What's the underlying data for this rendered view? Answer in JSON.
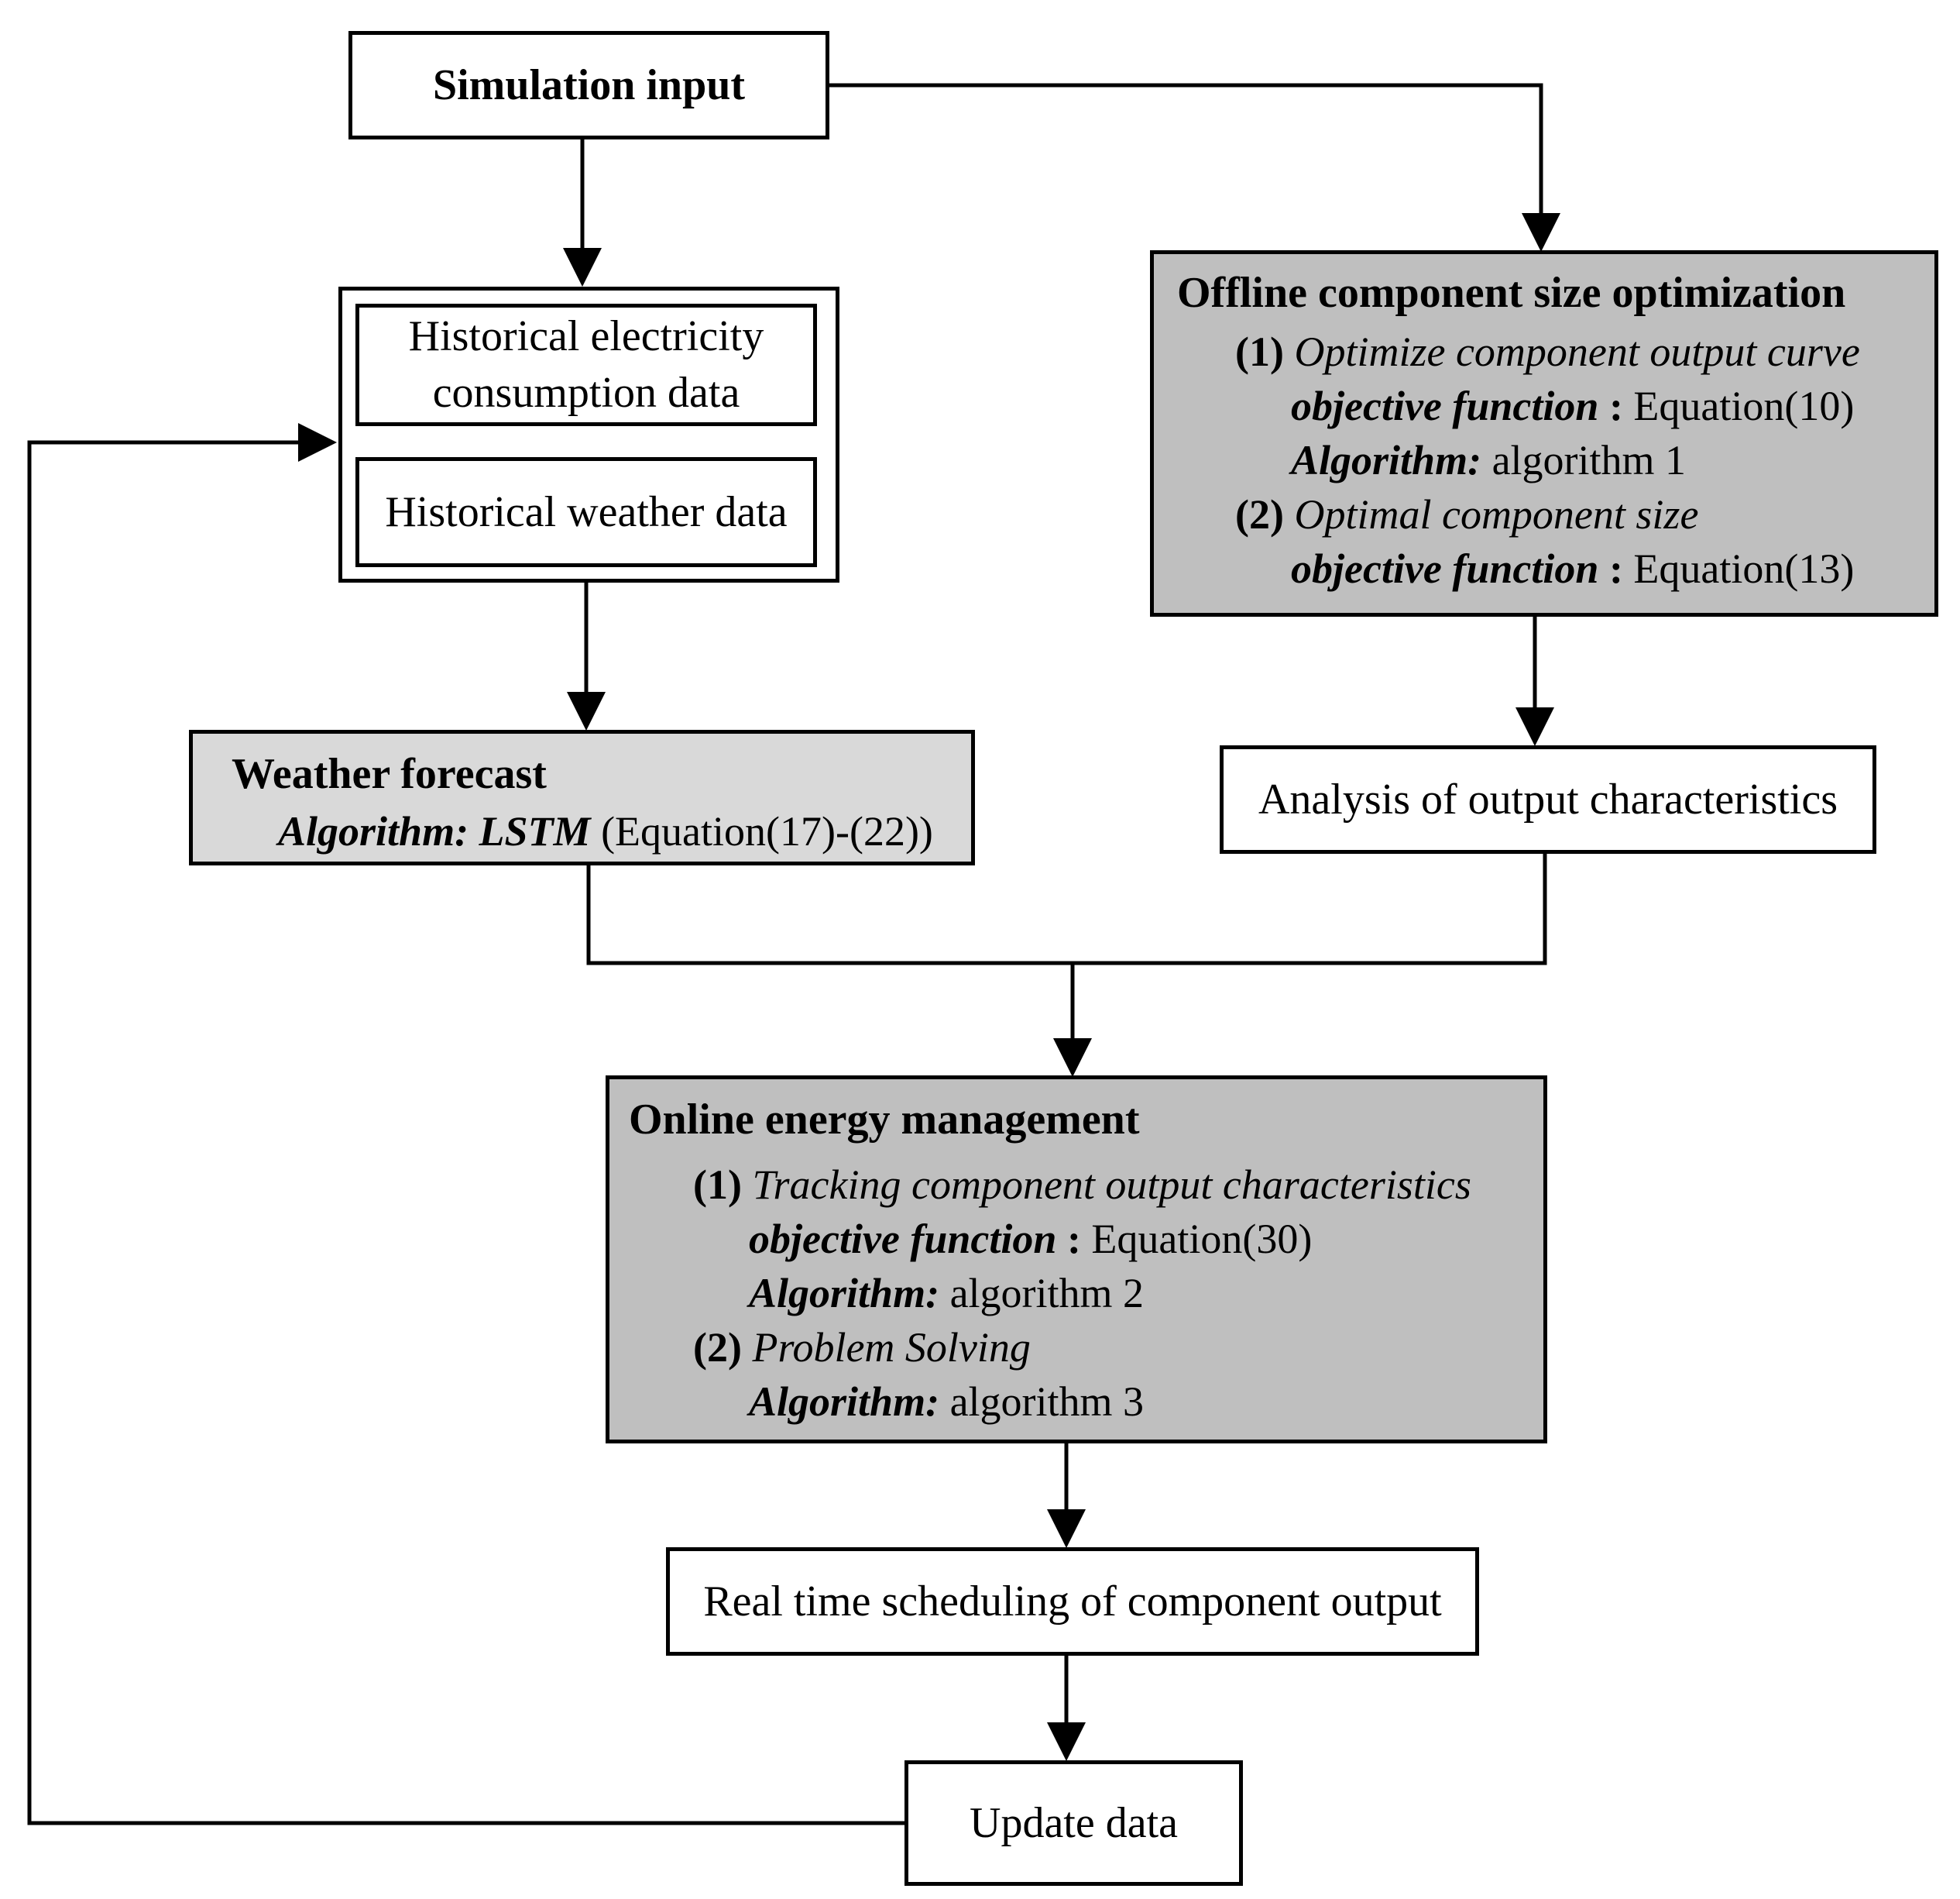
{
  "simulation_input": "Simulation input",
  "historical": {
    "electricity": "Historical electricity consumption data",
    "weather": "Historical weather data"
  },
  "weather_forecast": {
    "title": "Weather forecast",
    "algorithm_label": "Algorithm: LSTM",
    "algorithm_value": "(Equation(17)-(22))"
  },
  "offline": {
    "title": "Offline component size optimization",
    "step1_num": "(1)",
    "step1_title": "Optimize component output curve",
    "step1_obj_label": "objective function",
    "step1_obj_sep": ":",
    "step1_obj_value": "Equation(10)",
    "step1_alg_label": "Algorithm:",
    "step1_alg_value": "algorithm 1",
    "step2_num": "(2)",
    "step2_title": "Optimal component size",
    "step2_obj_label": "objective function",
    "step2_obj_sep": ":",
    "step2_obj_value": "Equation(13)"
  },
  "analysis": "Analysis of output characteristics",
  "online": {
    "title": "Online energy management",
    "step1_num": "(1)",
    "step1_title": "Tracking component output characteristics",
    "step1_obj_label": "objective function",
    "step1_obj_sep": ":",
    "step1_obj_value": "Equation(30)",
    "step1_alg_label": "Algorithm:",
    "step1_alg_value": "algorithm 2",
    "step2_num": "(2)",
    "step2_title": "Problem Solving",
    "step2_alg_label": "Algorithm:",
    "step2_alg_value": "algorithm 3"
  },
  "realtime": "Real time scheduling of component output",
  "update": "Update data"
}
